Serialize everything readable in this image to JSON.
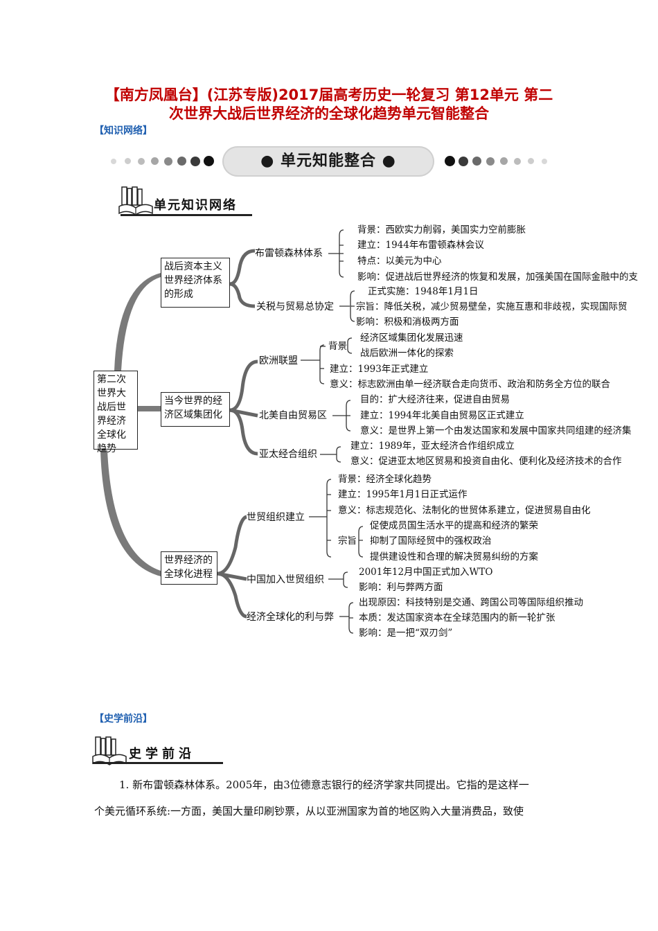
{
  "doc": {
    "title_line1": "【南方凤凰台】(江苏专版)2017届高考历史一轮复习 第12单元 第二",
    "title_line2": "次世界大战后世界经济的全球化趋势单元智能整合",
    "section1": "【知识网络】",
    "banner": "● 单元知能整合 ●",
    "network_heading": "单元知识网络",
    "section2": "【史学前沿】",
    "frontier_heading": "史学前沿",
    "para_line1": "1.  新布雷顿森林体系。2005年，由3位德意志银行的经济学家共同提出。它指的是这样一",
    "para_line2": "个美元循环系统:一方面，美国大量印刷钞票，从以亚洲国家为首的地区购入大量消费品，致使"
  },
  "map": {
    "root": "第二次世界大战后世界经济全球化趋势",
    "branch1": "战后资本主义世界经济体系的形成",
    "branch2": "当今世界的经济区域集团化",
    "branch3": "世界经济的全球化进程",
    "b1_1": "布雷顿森林体系",
    "b1_1_items": [
      "背景：西欧实力削弱，美国实力空前膨胀",
      "建立：1944年布雷顿森林会议",
      "特点：以美元为中心",
      "影响：促进战后世界经济的恢复和发展，加强美国在国际金融中的支"
    ],
    "b1_2": "关税与贸易总协定",
    "b1_2_items": [
      "正式实施：1948年1月1日",
      "宗旨：降低关税，减少贸易壁垒，实施互惠和非歧视，实现国际贸",
      "影响：积极和消极两方面"
    ],
    "b2_1": "欧洲联盟",
    "b2_1_bg": "背景",
    "b2_1_bg_items": [
      "经济区域集团化发展迅速",
      "战后欧洲一体化的探索"
    ],
    "b2_1_items": [
      "建立：1993年正式建立",
      "意义：标志欧洲由单一经济联合走向货币、政治和防务全方位的联合"
    ],
    "b2_2": "北美自由贸易区",
    "b2_2_items": [
      "目的：扩大经济往来，促进自由贸易",
      "建立：1994年北美自由贸易区正式建立",
      "意义：是世界上第一个由发达国家和发展中国家共同组建的经济集"
    ],
    "b2_3": "亚太经合组织",
    "b2_3_items": [
      "建立：1989年，亚太经济合作组织成立",
      "意义：促进亚太地区贸易和投资自由化、便利化及经济技术的合作"
    ],
    "b3_1": "世贸组织建立",
    "b3_1_items": [
      "背景：经济全球化趋势",
      "建立：1995年1月1日正式运作",
      "意义：标志规范化、法制化的世贸体系建立，促进贸易自由化"
    ],
    "b3_1_zs": "宗旨",
    "b3_1_zs_items": [
      "促使成员国生活水平的提高和经济的繁荣",
      "抑制了国际经贸中的强权政治",
      "提供建设性和合理的解决贸易纠纷的方案"
    ],
    "b3_2": "中国加入世贸组织",
    "b3_2_items": [
      "2001年12月中国正式加入WTO",
      "影响：利与弊两方面"
    ],
    "b3_3": "经济全球化的利与弊",
    "b3_3_items": [
      "出现原因：科技特别是交通、跨国公司等国际组织推动",
      "本质：发达国家资本在全球范围内的新一轮扩张",
      "影响：是一把“双刃剑”"
    ]
  }
}
